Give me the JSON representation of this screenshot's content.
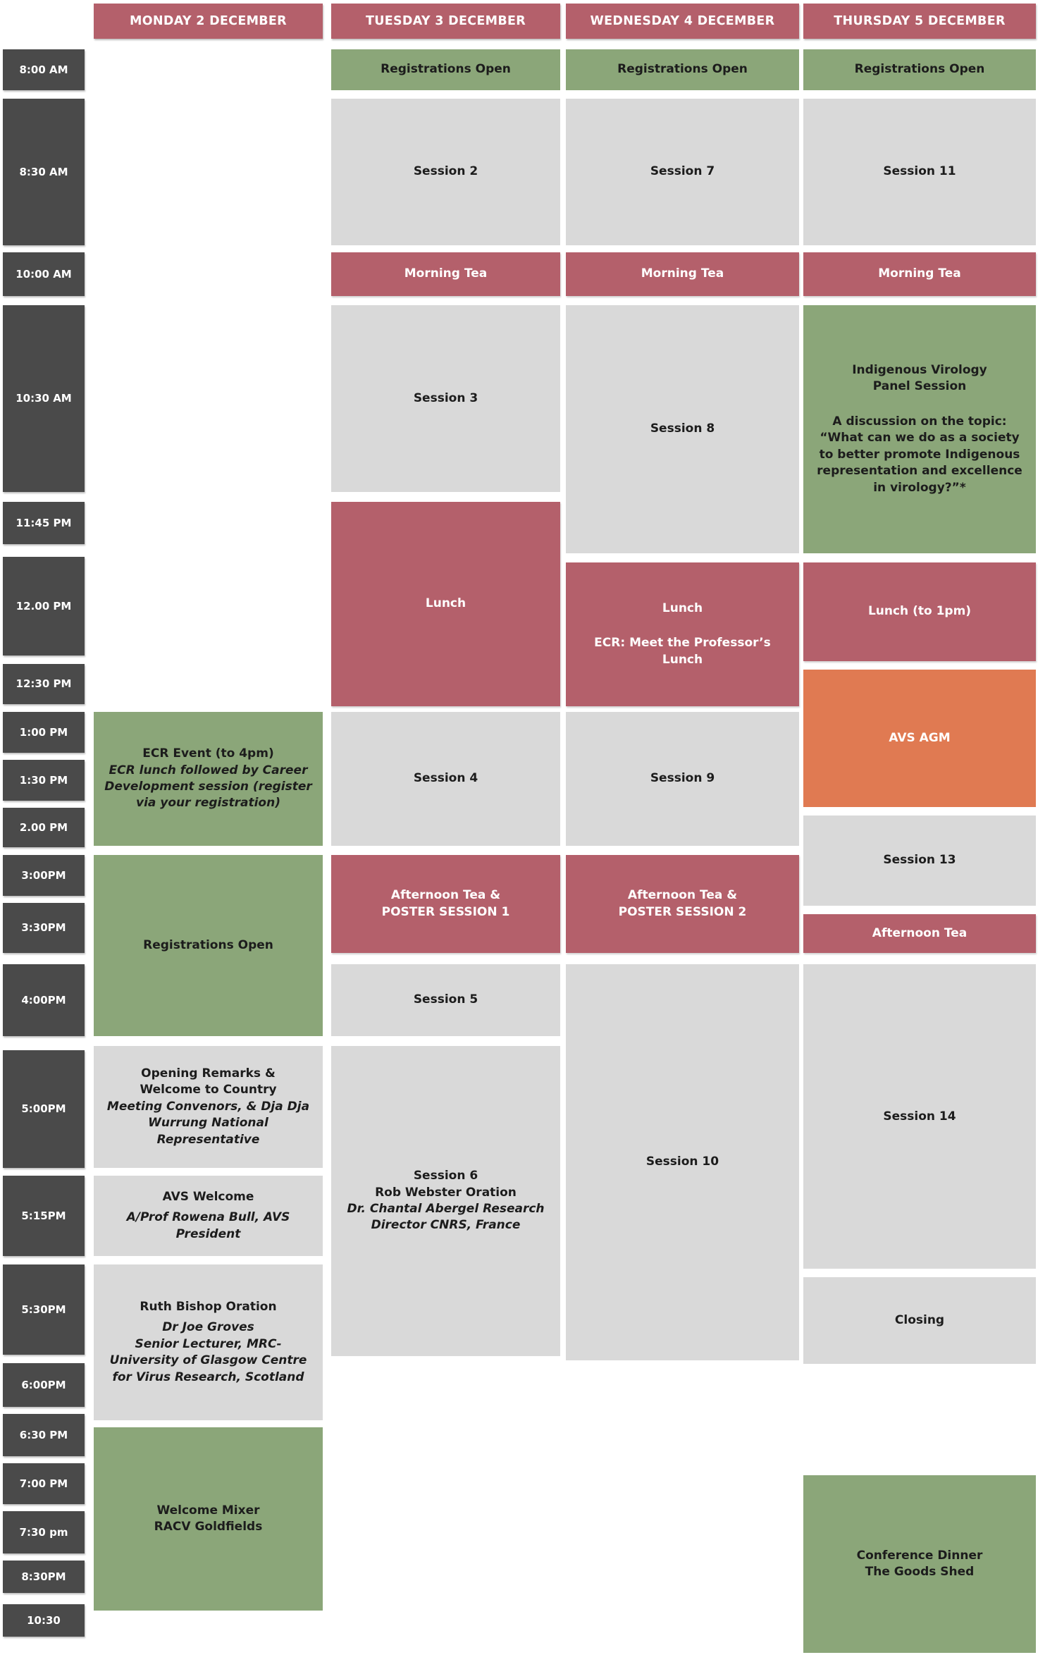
{
  "colors": {
    "accent_red": "#B4606B",
    "accent_green": "#8BA679",
    "accent_orange": "#E07A52",
    "slot_gray": "#D9D9D9",
    "time_dark": "#4A4A4A"
  },
  "days": {
    "monday": "MONDAY 2 DECEMBER",
    "tuesday": "TUESDAY 3 DECEMBER",
    "wednesday": "WEDNESDAY 4 DECEMBER",
    "thursday": "THURSDAY 5 DECEMBER"
  },
  "times": {
    "t0800": "8:00 AM",
    "t0830": "8:30 AM",
    "t1000": "10:00 AM",
    "t1030": "10:30 AM",
    "t1145": "11:45 PM",
    "t1200": "12.00 PM",
    "t1230": "12:30 PM",
    "t1300": "1:00 PM",
    "t1330": "1:30 PM",
    "t1400": "2.00 PM",
    "t1500": "3:00PM",
    "t1530": "3:30PM",
    "t1600": "4:00PM",
    "t1700": "5:00PM",
    "t1715": "5:15PM",
    "t1730": "5:30PM",
    "t1800": "6:00PM",
    "t1830": "6:30 PM",
    "t1900": "7:00 PM",
    "t1930": "7:30 pm",
    "t2030": "8:30PM",
    "t2230": "10:30"
  },
  "monday": {
    "ecr_title": "ECR Event (to 4pm)",
    "ecr_detail": "ECR lunch followed by Career Development session (register via your registration)",
    "registrations": "Registrations Open",
    "opening_line1": "Opening Remarks &",
    "opening_line2": "Welcome to Country",
    "opening_detail": "Meeting Convenors, & Dja Dja Wurrung National Representative",
    "avs_welcome_title": "AVS Welcome",
    "avs_welcome_detail": "A/Prof Rowena Bull, AVS President",
    "oration_title": "Ruth Bishop Oration",
    "oration_speaker": "Dr Joe Groves",
    "oration_detail": "Senior Lecturer, MRC-University of Glasgow Centre for Virus Research, Scotland",
    "mixer_line1": "Welcome Mixer",
    "mixer_line2": "RACV Goldfields"
  },
  "tuesday": {
    "registrations": "Registrations Open",
    "session2": "Session 2",
    "morning_tea": "Morning Tea",
    "session3": "Session 3",
    "lunch": "Lunch",
    "session4": "Session 4",
    "afternoon_tea_line1": "Afternoon Tea &",
    "afternoon_tea_line2": "POSTER SESSION 1",
    "session5": "Session 5",
    "session6_line1": "Session 6",
    "session6_line2": "Rob Webster Oration",
    "session6_detail": "Dr. Chantal Abergel Research Director CNRS, France"
  },
  "wednesday": {
    "registrations": "Registrations Open",
    "session7": "Session 7",
    "morning_tea": "Morning Tea",
    "session8": "Session 8",
    "lunch_line1": "Lunch",
    "lunch_line2": "ECR: Meet the Professor’s Lunch",
    "session9": "Session 9",
    "afternoon_tea_line1": "Afternoon Tea &",
    "afternoon_tea_line2": "POSTER SESSION 2",
    "session10": "Session 10"
  },
  "thursday": {
    "registrations": "Registrations Open",
    "session11": "Session 11",
    "morning_tea": "Morning Tea",
    "panel_title_line1": "Indigenous Virology",
    "panel_title_line2": "Panel Session",
    "panel_body": "A discussion on the topic: “What can we do as a society to better promote Indigenous representation and excellence in virology?”*",
    "lunch": "Lunch (to 1pm)",
    "agm": "AVS AGM",
    "session13": "Session 13",
    "afternoon_tea": "Afternoon Tea",
    "session14": "Session 14",
    "closing": "Closing",
    "dinner_line1": "Conference Dinner",
    "dinner_line2": "The Goods Shed"
  }
}
